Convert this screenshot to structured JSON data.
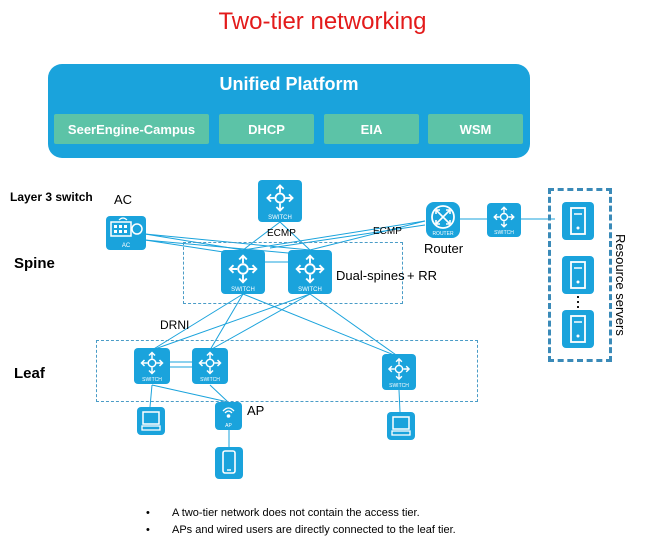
{
  "title": "Two-tier networking",
  "platform": {
    "name": "Unified Platform",
    "modules": [
      "SeerEngine-Campus",
      "DHCP",
      "EIA",
      "WSM"
    ]
  },
  "labels": {
    "layer3_switch": "Layer 3 switch",
    "ac": "AC",
    "ecmp_left": "ECMP",
    "ecmp_right": "ECMP",
    "router": "Router",
    "spine": "Spine",
    "dual_spines": "Dual-spines",
    "rr": "+ RR",
    "drni": "DRNI",
    "leaf": "Leaf",
    "ap": "AP",
    "resource_servers": "Resource servers"
  },
  "device_captions": {
    "switch": "SWITCH",
    "router": "ROUTER",
    "ac": "AC",
    "ap": "AP"
  },
  "notes": [
    "A two-tier network does not contain the access tier.",
    "APs and wired users are directly connected to the leaf tier."
  ],
  "colors": {
    "title": "#e31b1b",
    "platform": "#1aa3dc",
    "module": "#5cc3a7",
    "device": "#1aa3dc",
    "link": "#1aa3dc"
  }
}
